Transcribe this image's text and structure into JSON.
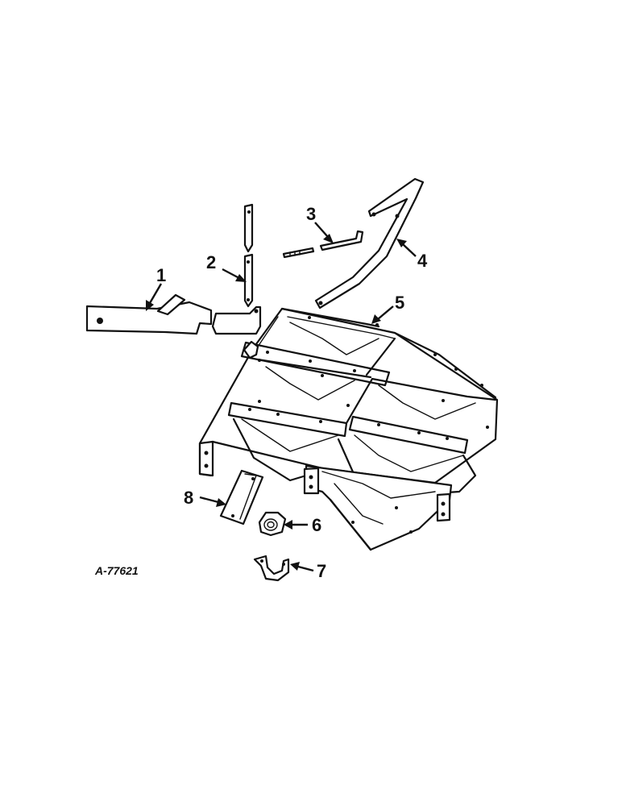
{
  "figure_ref": "A-77621",
  "callouts": [
    {
      "id": "1",
      "label": "1"
    },
    {
      "id": "2",
      "label": "2"
    },
    {
      "id": "3",
      "label": "3"
    },
    {
      "id": "4",
      "label": "4"
    },
    {
      "id": "5",
      "label": "5"
    },
    {
      "id": "6",
      "label": "6"
    },
    {
      "id": "7",
      "label": "7"
    },
    {
      "id": "8",
      "label": "8"
    }
  ]
}
